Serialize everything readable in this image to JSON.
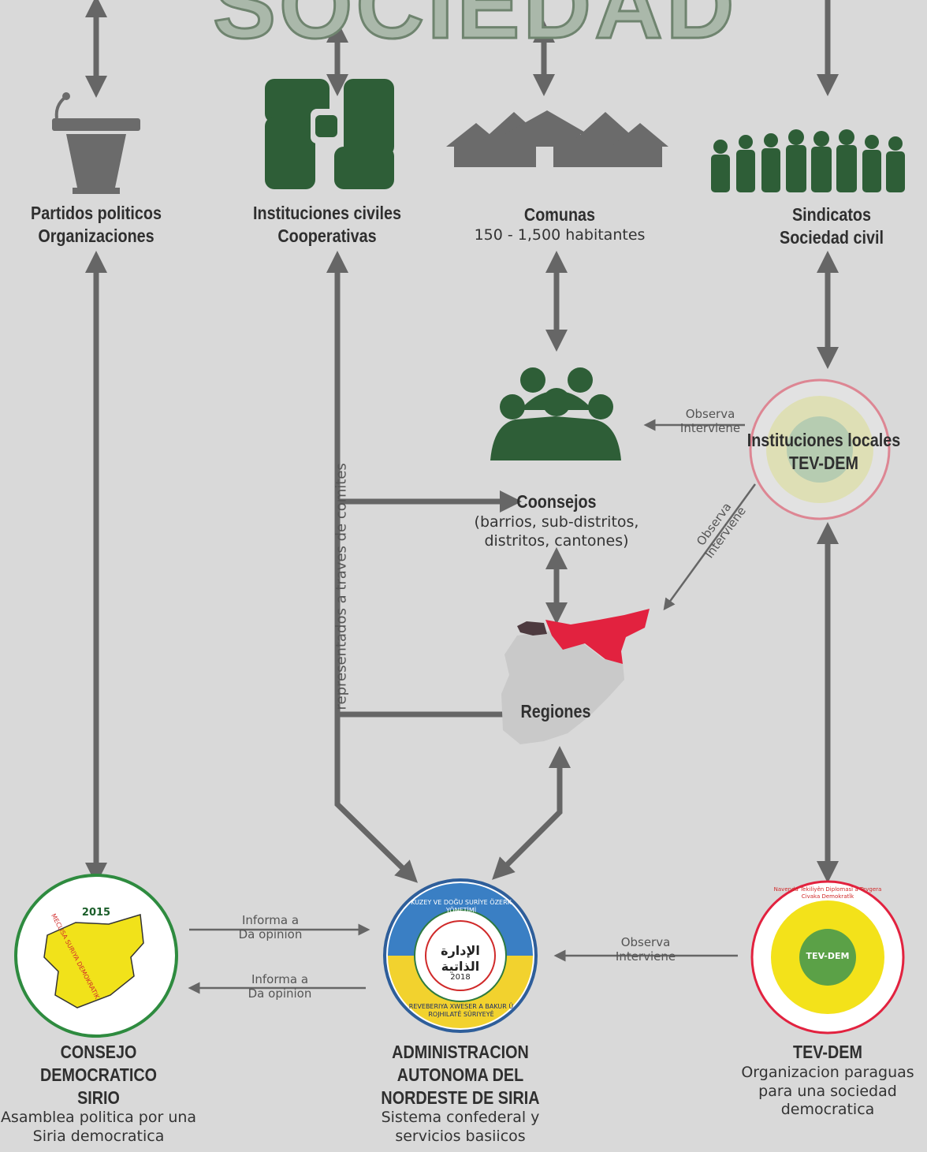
{
  "header": {
    "title_fragment": "SOCIEDAD"
  },
  "top_nodes": [
    {
      "title": "Partidos politicos",
      "subtitle": "Organizaciones"
    },
    {
      "title": "Instituciones civiles",
      "subtitle": "Cooperativas"
    },
    {
      "title": "Comunas",
      "detail": "150 - 1,500 habitantes"
    },
    {
      "title": "Sindicatos",
      "subtitle": "Sociedad civil"
    }
  ],
  "local": {
    "title": "Instituciones locales",
    "subtitle": "TEV-DEM"
  },
  "councils": {
    "title": "Coonsejos",
    "detail_1": "(barrios, sub-distritos,",
    "detail_2": "distritos, cantones)"
  },
  "regions": {
    "title": "Regiones"
  },
  "vertical_label": "representados a traves de comites",
  "edges": {
    "observa": "Observa",
    "interviene": "Interviene",
    "informa": "Informa a",
    "da_opinion": "Da opinion"
  },
  "bottom_nodes": [
    {
      "title_1": "CONSEJO DEMOCRATICO",
      "title_2": "SIRIO",
      "desc_1": "Asamblea politica por una",
      "desc_2": "Siria democratica"
    },
    {
      "title_1": "ADMINISTRACION",
      "title_2": "AUTONOMA DEL",
      "title_3": "NORDESTE DE SIRIA",
      "desc_1": "Sistema confederal y",
      "desc_2": "servicios basiicos"
    },
    {
      "title_1": "TEV-DEM",
      "desc_1": "Organizacion paraguas",
      "desc_2": "para una sociedad",
      "desc_3": "democratica"
    }
  ],
  "logos": {
    "msd_year": "2015",
    "msd_ring_text": "MECLISA SURIYA DEMOKRATIK",
    "aanes_ring_top": "KUZEY VE DOĞU SURİYE ÖZERK YÖNETİMİ",
    "aanes_ring_bottom": "REVEBERIYA XWESER A BAKUR Û ROJHILATÊ SÛRIYEYÊ",
    "aanes_center": "الإدارة الذاتية",
    "aanes_year": "2018",
    "tevdem_center": "TEV-DEM",
    "tevdem_ring": "Navenda Tekiliyên Diplomasî a Tevgera Civaka Demokratîk"
  },
  "colors": {
    "background": "#d9d9d9",
    "arrow": "#666666",
    "icon_green": "#2e5e37",
    "icon_gray": "#6b6b6b",
    "region_red": "#e2223f"
  }
}
